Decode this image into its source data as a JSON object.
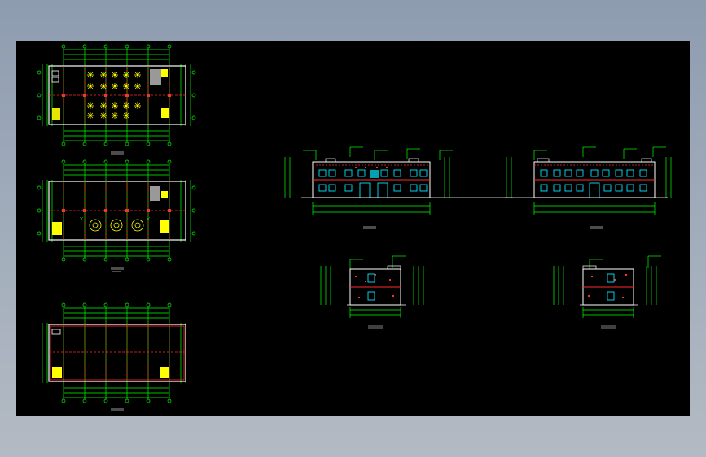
{
  "app": {
    "title": "",
    "background_color": "#9aa6b6",
    "canvas_color": "#000000"
  },
  "cad_colors": {
    "dimension": "#00ff00",
    "axis": "#ff2a2a",
    "wall": "#ffffff",
    "window": "#00e5ff",
    "furniture": "#ffff00",
    "hatch": "#ff3030"
  },
  "drawing": {
    "views": [
      {
        "id": "plan-ground-floor",
        "kind": "floor-plan",
        "caption": ""
      },
      {
        "id": "plan-second-floor",
        "kind": "floor-plan",
        "caption": ""
      },
      {
        "id": "plan-roof",
        "kind": "floor-plan",
        "caption": ""
      },
      {
        "id": "elevation-front",
        "kind": "elevation",
        "caption": ""
      },
      {
        "id": "elevation-rear",
        "kind": "elevation",
        "caption": ""
      },
      {
        "id": "elevation-left",
        "kind": "elevation",
        "caption": ""
      },
      {
        "id": "elevation-right",
        "kind": "elevation",
        "caption": ""
      }
    ]
  }
}
